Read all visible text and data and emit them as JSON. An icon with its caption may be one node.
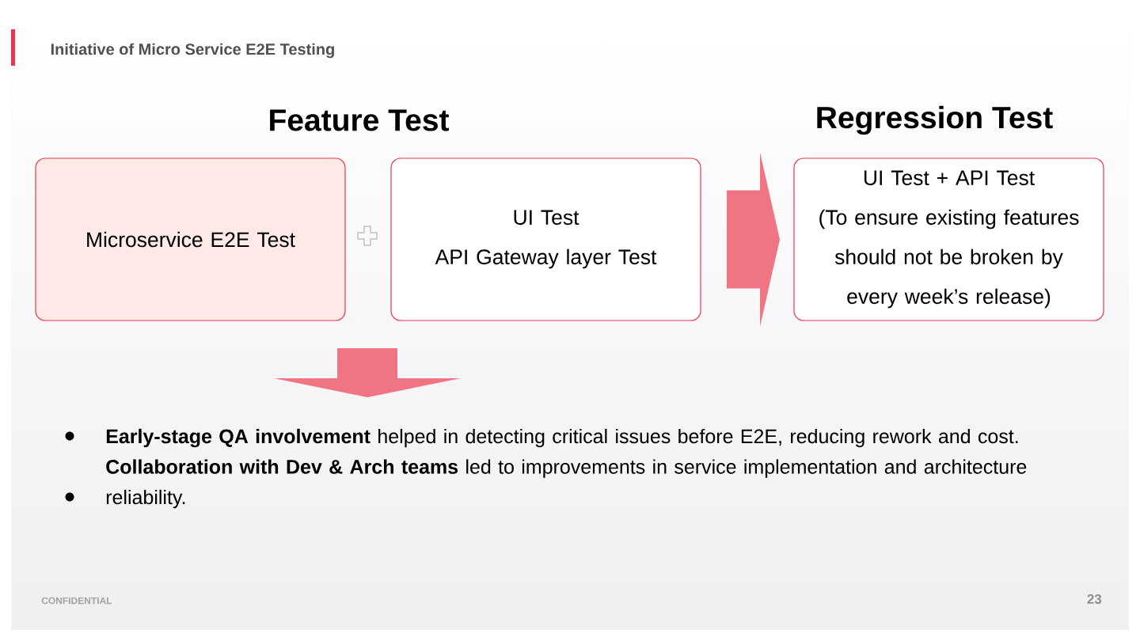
{
  "diagram": {
    "title": "Initiative of Micro Service E2E Testing",
    "nodes": [
      {
        "text": [
          "Microservice E2E Test"
        ]
      },
      {
        "text": [
          "UI Test",
          "API Gateway layer Test"
        ]
      },
      {
        "text": [
          "UI Test + API Test",
          "(To ensure existing features should not be broken by every week’s release)"
        ]
      },
      {
        "text": [
          "**Early-stage QA involvement** helped in detecting critical issues before E2E, reducing rework and cost.",
          "**Collaboration with Dev & Arch teams** led to improvements in service implementation and architecture reliability."
        ]
      }
    ],
    "edges": [
      {
        "from": 1,
        "to": 2,
        "arrow": "to"
      },
      {
        "from": null,
        "to": 3,
        "arrow": "to"
      }
    ],
    "labels": [
      "Feature Test",
      "Regression Test",
      "CONFIDENTIAL",
      "23"
    ]
  }
}
